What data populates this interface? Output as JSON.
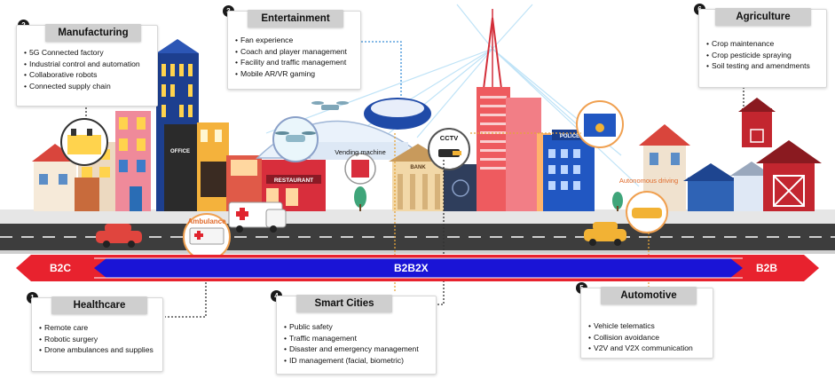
{
  "sections": [
    {
      "number": "1",
      "title": "Healthcare",
      "items": [
        "Remote care",
        "Robotic surgery",
        "Drone ambulances and supplies"
      ]
    },
    {
      "number": "2",
      "title": "Manufacturing",
      "items": [
        "5G Connected factory",
        "Industrial control and automation",
        "Collaborative robots",
        "Connected supply chain"
      ]
    },
    {
      "number": "3",
      "title": "Entertainment",
      "items": [
        "Fan experience",
        "Coach and player management",
        "Facility and traffic management",
        "Mobile AR/VR gaming"
      ]
    },
    {
      "number": "4",
      "title": "Smart Cities",
      "items": [
        "Public safety",
        "Traffic management",
        "Disaster and emergency management",
        "ID management (facial, biometric)"
      ]
    },
    {
      "number": "5",
      "title": "Automotive",
      "items": [
        "Vehicle telematics",
        "Collision avoidance",
        "V2V and V2X communication"
      ]
    },
    {
      "number": "6",
      "title": "Agriculture",
      "items": [
        "Crop maintenance",
        "Crop pesticide spraying",
        "Soil testing and amendments"
      ]
    }
  ],
  "band": {
    "left": "B2C",
    "center": "B2B2X",
    "right": "B2B",
    "red": "#e8222e",
    "blue": "#1a14d6"
  },
  "scene_labels": {
    "ambulance": "Ambulance",
    "vending": "Vending machine",
    "cctv": "CCTV",
    "autonomous": "Autonomous driving",
    "office": "OFFICE",
    "restaurant": "RESTAURANT",
    "bank": "BANK",
    "police": "POLICE"
  },
  "colors": {
    "orange": "#f0a050",
    "road": "#3d3d3d",
    "sky_beam": "#4fb0e8"
  }
}
